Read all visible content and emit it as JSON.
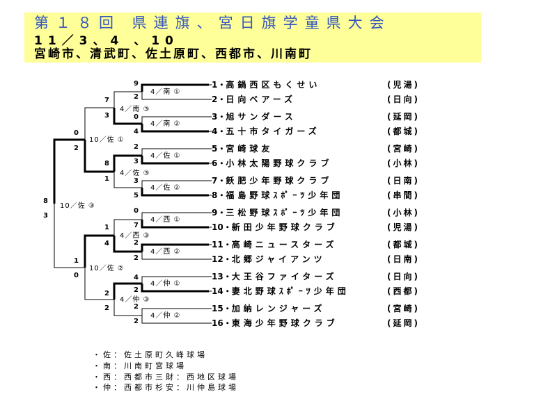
{
  "title": "第１８回 県連旗、宮日旗学童県大会",
  "dates": "11／3、4 、10",
  "venues_line": "宮崎市、清武町、佐土原町、西都市、川南町",
  "teams": [
    {
      "no": "1",
      "name": "高鍋西区もくせい",
      "loc": "(児湯)"
    },
    {
      "no": "2",
      "name": "日向ベアーズ",
      "loc": "(日向)"
    },
    {
      "no": "3",
      "name": "旭サンダース",
      "loc": "(延岡)"
    },
    {
      "no": "4",
      "name": "五十市タイガーズ",
      "loc": "(都城)"
    },
    {
      "no": "5",
      "name": "宮崎球友",
      "loc": "(宮崎)"
    },
    {
      "no": "6",
      "name": "小林太陽野球クラブ",
      "loc": "(小林)"
    },
    {
      "no": "7",
      "name": "飫肥少年野球クラブ",
      "loc": "(日南)"
    },
    {
      "no": "8",
      "name": "福島野球ｽﾎﾟｰﾂ少年団",
      "loc": "(串間)"
    },
    {
      "no": "9",
      "name": "三松野球ｽﾎﾟｰﾂ少年団",
      "loc": "(小林)"
    },
    {
      "no": "10",
      "name": "新田少年野球クラブ",
      "loc": "(児湯)"
    },
    {
      "no": "11",
      "name": "高崎ニュースターズ",
      "loc": "(都城)"
    },
    {
      "no": "12",
      "name": "北郷ジャイアンツ",
      "loc": "(日南)"
    },
    {
      "no": "13",
      "name": "大王谷ファイターズ",
      "loc": "(日向)"
    },
    {
      "no": "14",
      "name": "妻北野球ｽﾎﾟｰﾂ少年団",
      "loc": "(西都)"
    },
    {
      "no": "15",
      "name": "加納レンジャーズ",
      "loc": "(宮崎)"
    },
    {
      "no": "16",
      "name": "東海少年野球クラブ",
      "loc": "(延岡)"
    }
  ],
  "match_labels": {
    "r1": [
      "4／南 ①",
      "4／南 ②",
      "4／佐 ①",
      "4／佐 ②",
      "4／西 ①",
      "4／西 ②",
      "4／仲 ①",
      "4／仲 ②"
    ],
    "r2": [
      "4／南 ③",
      "4／佐 ③",
      "4／西 ③",
      "4／仲 ③"
    ],
    "r3": [
      "10／佐 ①",
      "10／佐 ②"
    ],
    "final": "10／佐 ③"
  },
  "scores": {
    "r1": [
      [
        "9",
        "2"
      ],
      [
        "0",
        "4"
      ],
      [
        "2",
        "3"
      ],
      [
        "3",
        "5"
      ],
      [
        "0",
        "7"
      ],
      [
        "2",
        "2"
      ],
      [
        "4",
        "2"
      ],
      [
        "2",
        "2"
      ]
    ],
    "r2": [
      [
        "7",
        "3"
      ],
      [
        "8",
        "1"
      ],
      [
        "1",
        "4"
      ],
      [
        "2",
        "2"
      ]
    ],
    "r3": [
      [
        "0",
        "2"
      ],
      [
        "1",
        "0"
      ]
    ],
    "final": [
      "8",
      "3"
    ]
  },
  "legend": [
    "・佐：佐土原町久峰球場",
    "・南：川南町宮球場",
    "・西：西都市三財：西地区球場",
    "・仲：西都市杉安：川仲島球場"
  ]
}
